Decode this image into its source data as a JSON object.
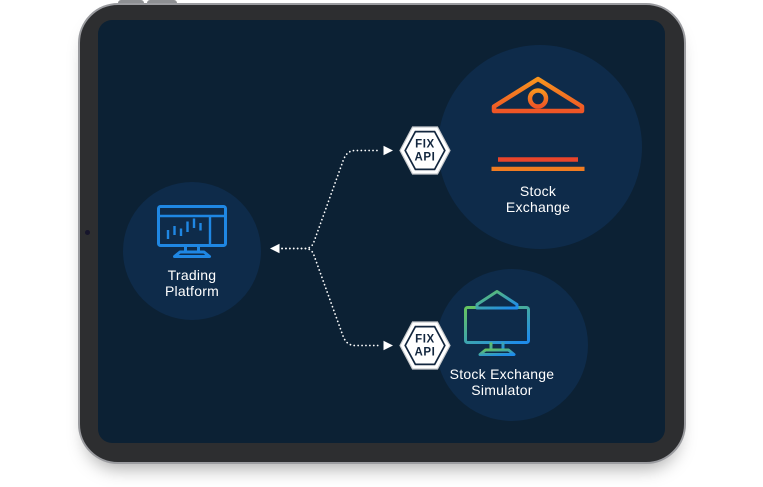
{
  "device": {
    "frame": "tablet-mockup",
    "colors": {
      "body": "#2d2e30",
      "rim": "#9b9ca0",
      "screen_bg": "#0c2134",
      "circle_bg": "#0e2b4a"
    }
  },
  "diagram": {
    "nodes": {
      "trading_platform": {
        "line1": "Trading",
        "line2": "Platform",
        "icon": "trading-monitor-icon",
        "icon_color": "#1f87e3"
      },
      "stock_exchange": {
        "line1": "Stock",
        "line2": "Exchange",
        "icon": "bank-icon",
        "icon_color_top": "#f7941e",
        "icon_color_bottom": "#e9452b"
      },
      "stock_exchange_simulator": {
        "line1": "Stock Exchange",
        "line2": "Simulator",
        "icon": "bank-monitor-icon",
        "icon_color_top": "#66c45f",
        "icon_color_bottom": "#1f8ce9"
      }
    },
    "badges": {
      "fix_api_top": {
        "line1": "FIX",
        "line2": "API"
      },
      "fix_api_bottom": {
        "line1": "FIX",
        "line2": "API"
      }
    },
    "connector_color": "#ffffff",
    "label_color": "#ffffff",
    "badge_text_color": "#12263e"
  }
}
